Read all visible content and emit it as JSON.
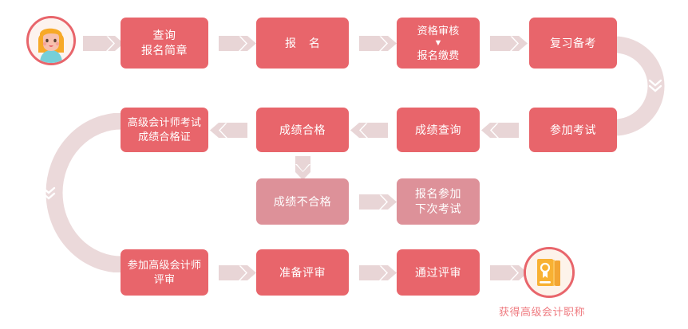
{
  "diagram": {
    "title": "高级会计师考试流程图",
    "colors": {
      "node_primary": "#e8656b",
      "node_muted": "#dd9199",
      "arrow": "#e8d5d6",
      "arc": "#ebd9da",
      "caption": "#ef7b80",
      "badge_gold": "#f8b133",
      "background": "#ffffff"
    },
    "start_icon": {
      "name": "girl-avatar-icon",
      "hair_color": "#f7a928",
      "skin_color": "#f7c0ae",
      "shirt_color": "#76cfd8",
      "ring_color": "#e8656b"
    },
    "end_icon": {
      "name": "certificate-badge-icon",
      "caption": "获得高级会计职称",
      "book_color": "#f8b133",
      "ring_color": "#e8656b"
    },
    "rows": [
      {
        "id": "row-1",
        "direction": "right",
        "nodes": [
          {
            "id": "n1",
            "label": "查询\n报名简章",
            "style": "primary"
          },
          {
            "id": "n2",
            "label": "报 名",
            "style": "primary"
          },
          {
            "id": "n3",
            "label": "资格审核\n▼\n报名缴费",
            "style": "primary"
          },
          {
            "id": "n4",
            "label": "复习备考",
            "style": "primary"
          }
        ]
      },
      {
        "id": "row-2",
        "direction": "left",
        "nodes": [
          {
            "id": "n8",
            "label": "高级会计师考试\n成绩合格证",
            "style": "primary"
          },
          {
            "id": "n7",
            "label": "成绩合格",
            "style": "primary"
          },
          {
            "id": "n6",
            "label": "成绩查询",
            "style": "primary"
          },
          {
            "id": "n5",
            "label": "参加考试",
            "style": "primary"
          }
        ]
      },
      {
        "id": "row-3",
        "direction": "right",
        "nodes": [
          {
            "id": "n9",
            "label": "成绩不合格",
            "style": "muted"
          },
          {
            "id": "n10",
            "label": "报名参加\n下次考试",
            "style": "muted"
          }
        ]
      },
      {
        "id": "row-4",
        "direction": "right",
        "nodes": [
          {
            "id": "n11",
            "label": "参加高级会计师\n评审",
            "style": "primary"
          },
          {
            "id": "n12",
            "label": "准备评审",
            "style": "primary"
          },
          {
            "id": "n13",
            "label": "通过评审",
            "style": "primary"
          }
        ]
      }
    ],
    "labels": {
      "n1": "查询\n报名简章",
      "n2": "报 名",
      "n3_line1": "资格审核",
      "n3_line2": "报名缴费",
      "n4": "复习备考",
      "n5": "参加考试",
      "n6": "成绩查询",
      "n7": "成绩合格",
      "n8": "高级会计师考试\n成绩合格证",
      "n9": "成绩不合格",
      "n10": "报名参加\n下次考试",
      "n11": "参加高级会计师\n评审",
      "n12": "准备评审",
      "n13": "通过评审",
      "end_caption": "获得高级会计职称"
    }
  }
}
